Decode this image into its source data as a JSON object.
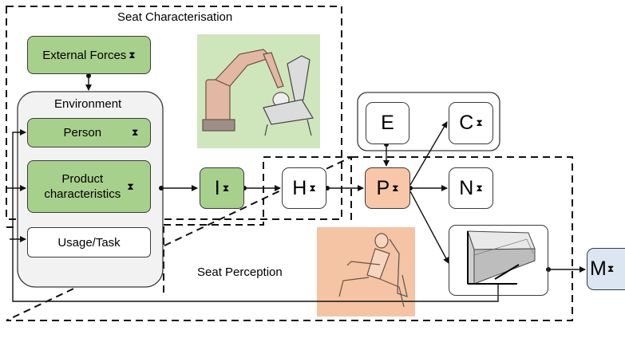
{
  "regions": {
    "seat_characterisation": "Seat Characterisation",
    "seat_perception": "Seat Perception"
  },
  "environment": {
    "title": "Environment"
  },
  "nodes": {
    "external_forces": "External Forces",
    "person": "Person",
    "product_characteristics_line1": "Product",
    "product_characteristics_line2": "characteristics",
    "usage_task": "Usage/Task",
    "I": "I",
    "H": "H",
    "P": "P",
    "E": "E",
    "C": "C",
    "N": "N",
    "M": "M"
  },
  "icons": {
    "hourglass": "⧗",
    "robot_image": "robot-seat-testing-illustration",
    "mannequin_image": "seated-mannequin-illustration",
    "chart_image": "3d-comfort-chart-illustration"
  },
  "colors": {
    "green": "#a8d08d",
    "peach": "#f8c7a9",
    "blue": "#dce6f2",
    "environment_bg": "#f2f2f2"
  }
}
